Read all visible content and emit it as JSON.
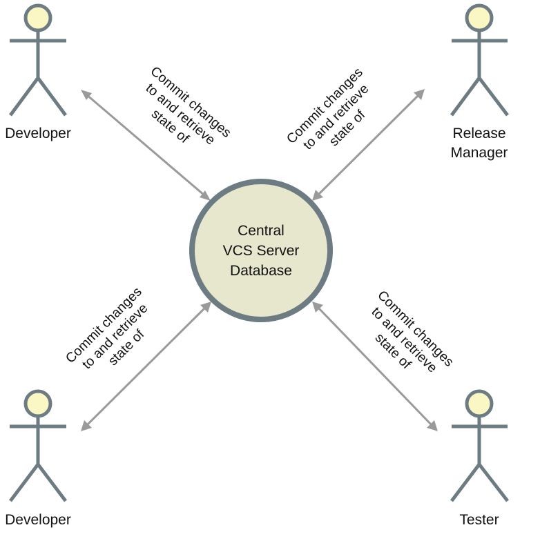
{
  "diagram": {
    "server": {
      "lines": [
        "Central",
        "VCS Server",
        "Database"
      ]
    },
    "actors": {
      "top_left": {
        "lines": [
          "Developer"
        ]
      },
      "top_right": {
        "lines": [
          "Release",
          "Manager"
        ]
      },
      "bottom_left": {
        "lines": [
          "Developer"
        ]
      },
      "bottom_right": {
        "lines": [
          "Tester"
        ]
      }
    },
    "connections": {
      "top_left": {
        "lines": [
          "Commit changes",
          "to and retrieve",
          "state of"
        ]
      },
      "top_right": {
        "lines": [
          "Commit changes",
          "to and retrieve",
          "state of"
        ]
      },
      "bottom_left": {
        "lines": [
          "Commit changes",
          "to and retrieve",
          "state of"
        ]
      },
      "bottom_right": {
        "lines": [
          "Commit changes",
          "to and retrieve",
          "state of"
        ]
      }
    },
    "colors": {
      "actor_stroke": "#6d7b82",
      "actor_head_fill": "#fbf7c4",
      "server_fill": "#e6e7cd",
      "arrow": "#9a9a9a"
    }
  }
}
